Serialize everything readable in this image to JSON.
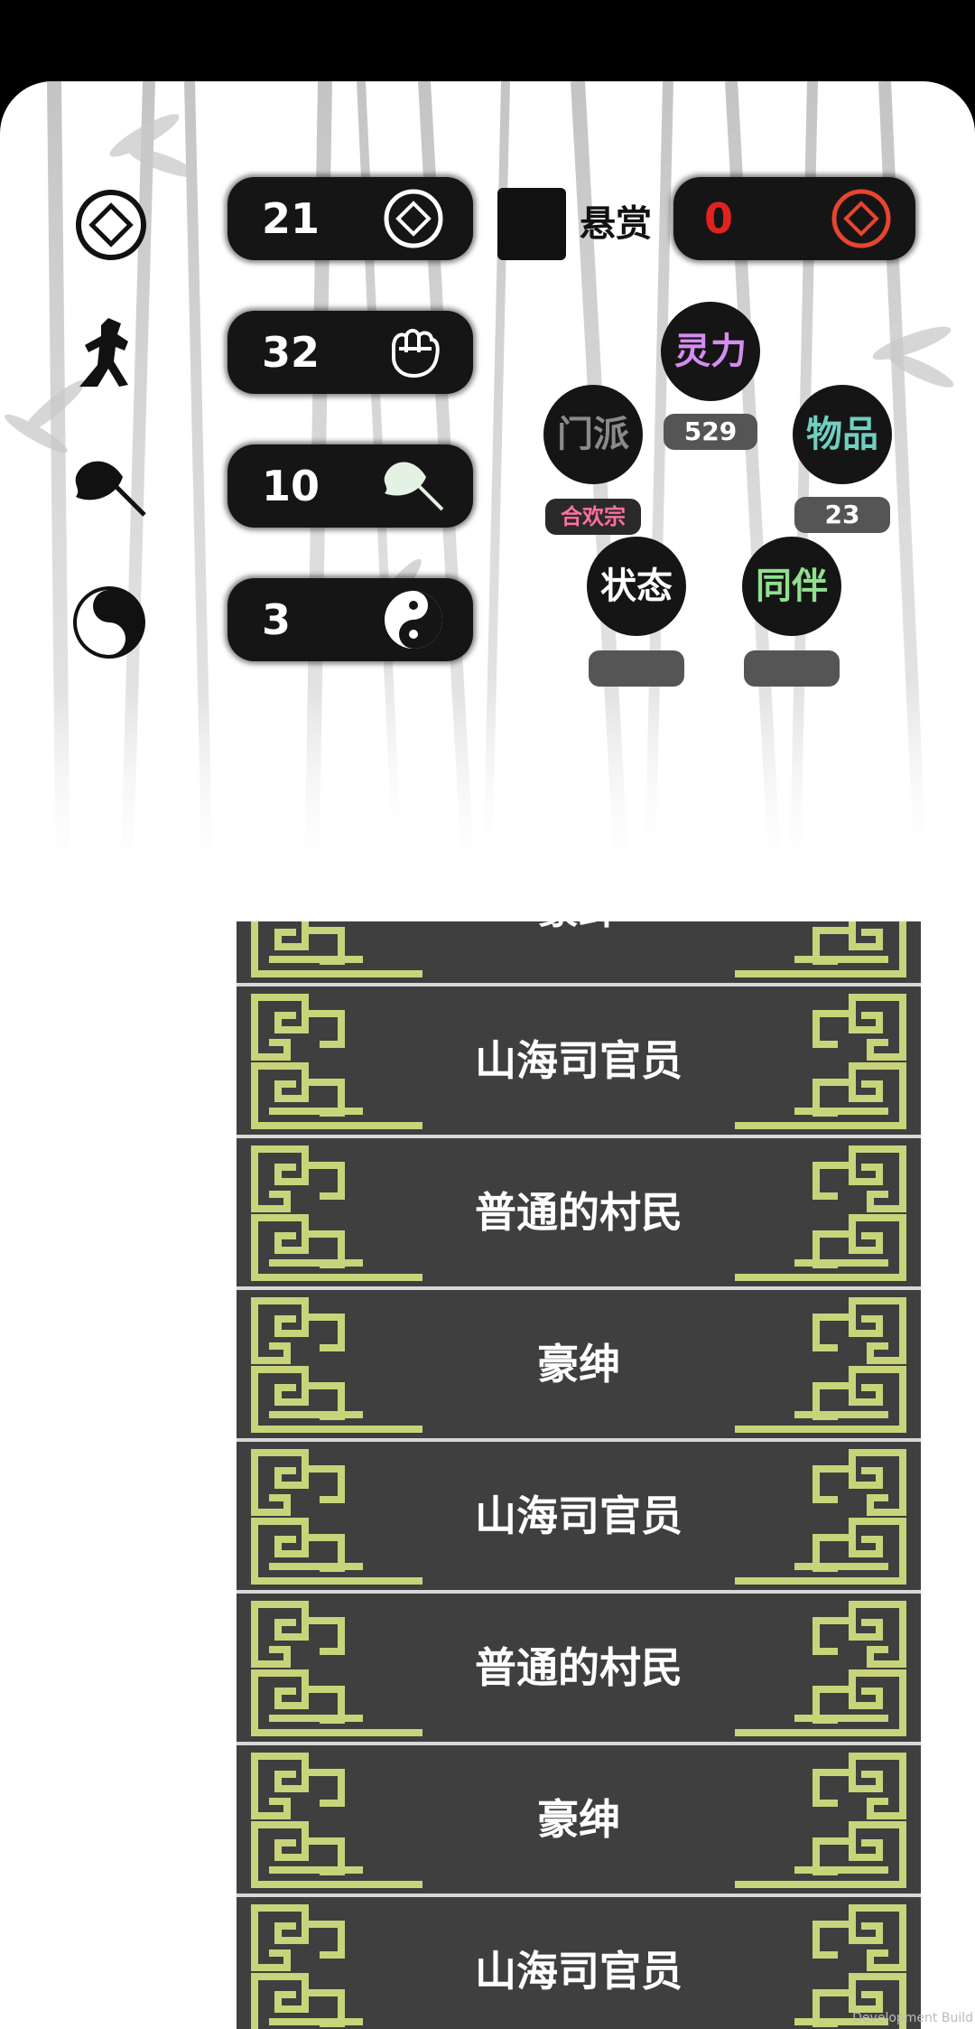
{
  "stats": [
    {
      "value": "21",
      "icon": "diamond-coin-icon"
    },
    {
      "value": "32",
      "icon": "fist-icon"
    },
    {
      "value": "10",
      "icon": "leaf-fan-icon"
    },
    {
      "value": "3",
      "icon": "yin-yang-icon"
    }
  ],
  "bounty": {
    "label": "悬赏",
    "value": "0",
    "icon": "diamond-coin-red-icon",
    "value_color": "#e0231f"
  },
  "menu": {
    "spirit": {
      "label": "灵力",
      "value": "529",
      "color": "#d58cf0"
    },
    "sect": {
      "label": "门派",
      "value": "合欢宗",
      "color": "#8a8a8a",
      "value_color": "#ff6fa0"
    },
    "items": {
      "label": "物品",
      "value": "23",
      "color": "#6fcfc0"
    },
    "status": {
      "label": "状态",
      "color": "#ffffff"
    },
    "companion": {
      "label": "同伴",
      "color": "#8fe08f"
    }
  },
  "list": [
    {
      "label": "豪绅"
    },
    {
      "label": "山海司官员"
    },
    {
      "label": "普通的村民"
    },
    {
      "label": "豪绅"
    },
    {
      "label": "山海司官员"
    },
    {
      "label": "普通的村民"
    },
    {
      "label": "豪绅"
    },
    {
      "label": "山海司官员"
    }
  ],
  "watermark": "Development Build",
  "colors": {
    "ornament": "#c8d47a",
    "list_bg": "#3f3f3f",
    "pill_bg": "#151515"
  }
}
